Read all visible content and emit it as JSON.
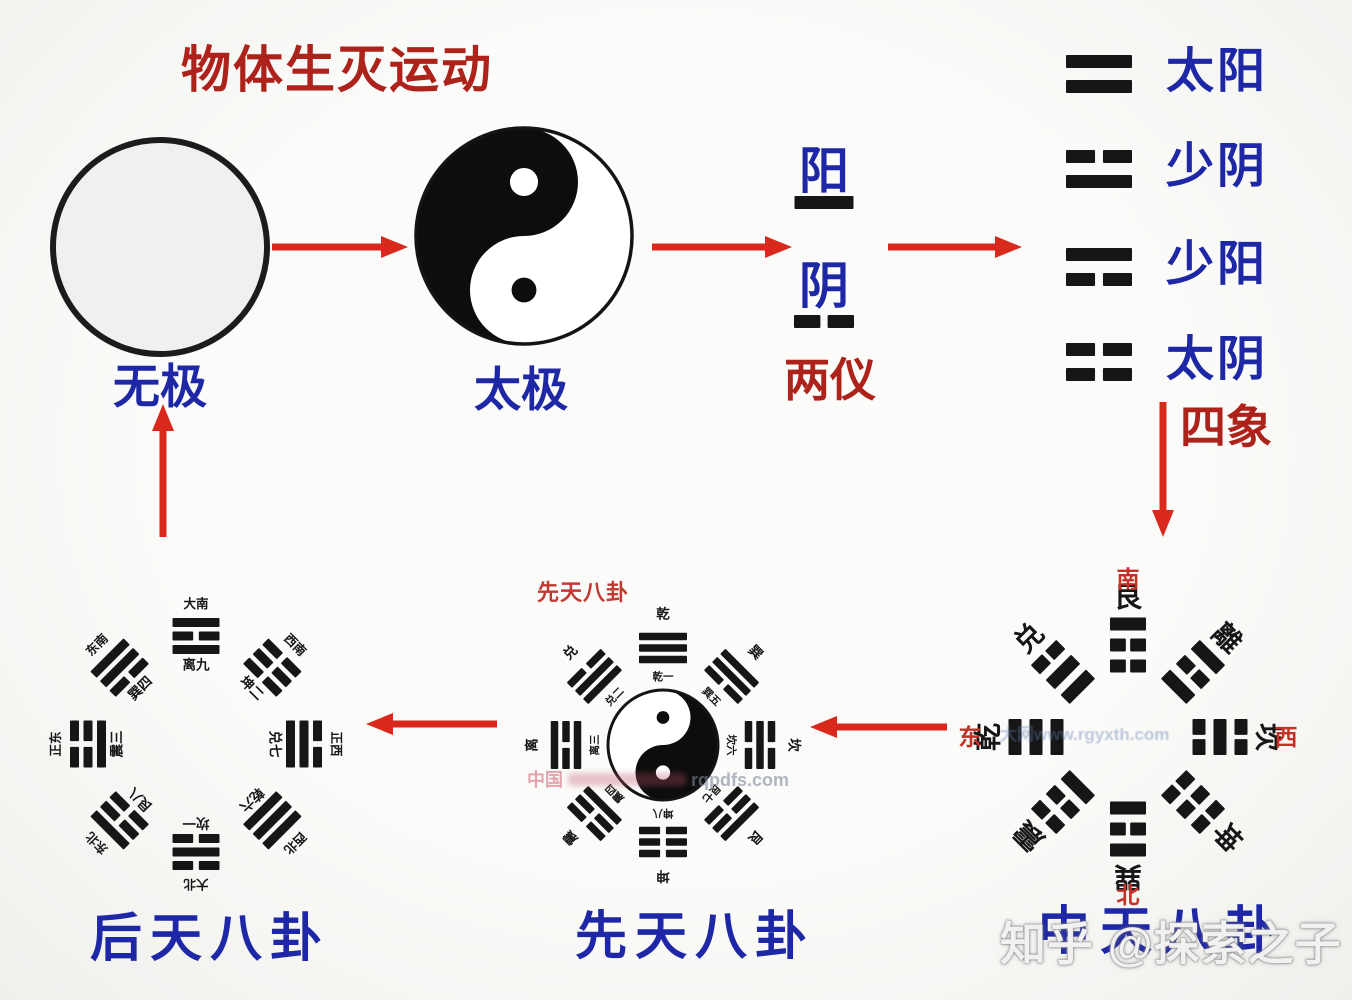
{
  "colors": {
    "red_text": "#ad231b",
    "arrow_red": "#d8291c",
    "blue_text": "#1e27a6",
    "bar_black": "#161616",
    "dir_red": "#c33127",
    "small_red_title": "#c03a32"
  },
  "title": "物体生灭运动",
  "stages": {
    "wuji": {
      "label": "无极"
    },
    "taiji": {
      "label": "太极"
    },
    "liangyi": {
      "label": "两仪",
      "yang": {
        "char": "阳",
        "line": "solid"
      },
      "yin": {
        "char": "阴",
        "line": "broken"
      }
    },
    "sixiang": {
      "label": "四象",
      "symbols": [
        {
          "name": "太阳",
          "lines": [
            1,
            1
          ]
        },
        {
          "name": "少阴",
          "lines": [
            0,
            1
          ]
        },
        {
          "name": "少阳",
          "lines": [
            1,
            0
          ]
        },
        {
          "name": "太阴",
          "lines": [
            0,
            0
          ]
        }
      ]
    }
  },
  "baguas": {
    "houtian": {
      "label": "后天八卦",
      "trigrams": [
        {
          "pos": "top",
          "lines": [
            1,
            0,
            1
          ],
          "inner": "离九",
          "outer": "大南"
        },
        {
          "pos": "top-right",
          "lines": [
            0,
            0,
            0
          ],
          "inner": "坤二",
          "outer": "西南"
        },
        {
          "pos": "right",
          "lines": [
            0,
            1,
            1
          ],
          "inner": "兑七",
          "outer": "正西"
        },
        {
          "pos": "bottom-right",
          "lines": [
            1,
            1,
            1
          ],
          "inner": "乾六",
          "outer": "西北"
        },
        {
          "pos": "bottom",
          "lines": [
            0,
            1,
            0
          ],
          "inner": "坎一",
          "outer": "大北"
        },
        {
          "pos": "bottom-left",
          "lines": [
            1,
            0,
            0
          ],
          "inner": "艮八",
          "outer": "东北"
        },
        {
          "pos": "left",
          "lines": [
            0,
            0,
            1
          ],
          "inner": "震三",
          "outer": "正东"
        },
        {
          "pos": "top-left",
          "lines": [
            1,
            1,
            0
          ],
          "inner": "巽四",
          "outer": "东南"
        }
      ]
    },
    "xiantian": {
      "red_title": "先天八卦",
      "label": "先天八卦",
      "trigrams": [
        {
          "pos": "top",
          "lines": [
            1,
            1,
            1
          ],
          "name": "乾",
          "num": "一"
        },
        {
          "pos": "top-left",
          "lines": [
            0,
            1,
            1
          ],
          "name": "兑",
          "num": "二"
        },
        {
          "pos": "left",
          "lines": [
            1,
            0,
            1
          ],
          "name": "离",
          "num": "三"
        },
        {
          "pos": "bottom-left",
          "lines": [
            0,
            0,
            1
          ],
          "name": "震",
          "num": "四"
        },
        {
          "pos": "top-right",
          "lines": [
            1,
            1,
            0
          ],
          "name": "巽",
          "num": "五"
        },
        {
          "pos": "right",
          "lines": [
            0,
            1,
            0
          ],
          "name": "坎",
          "num": "六"
        },
        {
          "pos": "bottom-right",
          "lines": [
            1,
            0,
            0
          ],
          "name": "艮",
          "num": "七"
        },
        {
          "pos": "bottom",
          "lines": [
            0,
            0,
            0
          ],
          "name": "坤",
          "num": "八"
        }
      ]
    },
    "zhongtian": {
      "label": "中天八卦",
      "directions": [
        {
          "pos": "top",
          "text": "南"
        },
        {
          "pos": "bottom",
          "text": "北"
        },
        {
          "pos": "left",
          "text": "东"
        },
        {
          "pos": "right",
          "text": "西"
        }
      ],
      "trigrams": [
        {
          "pos": "top",
          "lines": [
            1,
            0,
            0
          ],
          "name": "艮"
        },
        {
          "pos": "top-right",
          "lines": [
            1,
            0,
            1
          ],
          "name": "離"
        },
        {
          "pos": "right",
          "lines": [
            0,
            1,
            0
          ],
          "name": "坎"
        },
        {
          "pos": "bottom-right",
          "lines": [
            0,
            0,
            0
          ],
          "name": "坤"
        },
        {
          "pos": "bottom",
          "lines": [
            1,
            0,
            1
          ],
          "name": "巽"
        },
        {
          "pos": "bottom-left",
          "lines": [
            0,
            0,
            1
          ],
          "name": "震"
        },
        {
          "pos": "left",
          "lines": [
            1,
            1,
            1
          ],
          "name": "乾"
        },
        {
          "pos": "top-left",
          "lines": [
            0,
            1,
            1
          ],
          "name": "兑"
        }
      ]
    }
  },
  "watermarks": {
    "zhihu": "知乎 @探索之子",
    "center_prefix": "中国",
    "center_suffix": "rqpdfs.com",
    "right_text": "大网www.rgyxth.com"
  }
}
